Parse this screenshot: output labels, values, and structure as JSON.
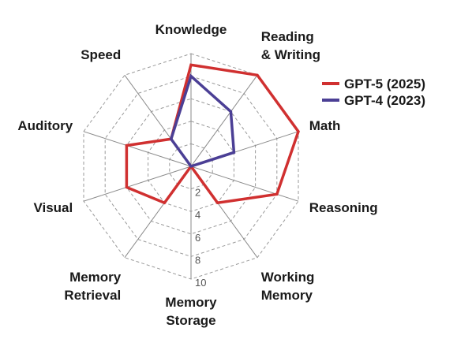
{
  "chart_data": {
    "type": "radar",
    "axes": [
      {
        "key": "knowledge",
        "lines": [
          "Knowledge"
        ]
      },
      {
        "key": "reading-writing",
        "lines": [
          "Reading",
          "& Writing"
        ]
      },
      {
        "key": "math",
        "lines": [
          "Math"
        ]
      },
      {
        "key": "reasoning",
        "lines": [
          "Reasoning"
        ]
      },
      {
        "key": "working-memory",
        "lines": [
          "Working",
          "Memory"
        ]
      },
      {
        "key": "memory-storage",
        "lines": [
          "Memory",
          "Storage"
        ]
      },
      {
        "key": "memory-retrieval",
        "lines": [
          "Memory",
          "Retrieval"
        ]
      },
      {
        "key": "visual",
        "lines": [
          "Visual"
        ]
      },
      {
        "key": "auditory",
        "lines": [
          "Auditory"
        ]
      },
      {
        "key": "speed",
        "lines": [
          "Speed"
        ]
      }
    ],
    "range": [
      0,
      10
    ],
    "ticks": [
      "2",
      "4",
      "6",
      "8",
      "10"
    ],
    "grid": "dashed",
    "legend_position": "top-right",
    "series": [
      {
        "name": "GPT-5 (2025)",
        "color": "#d03030",
        "values": [
          9,
          10,
          10,
          8,
          4,
          0,
          4,
          6,
          6,
          3
        ]
      },
      {
        "name": "GPT-4 (2023)",
        "color": "#4b3f95",
        "values": [
          8,
          6,
          4,
          0,
          0,
          0,
          0,
          0,
          0,
          3
        ]
      }
    ]
  }
}
